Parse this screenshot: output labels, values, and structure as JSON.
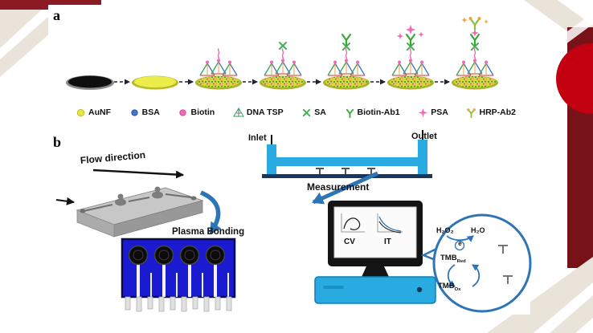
{
  "figure": {
    "panel_a_label": "a",
    "panel_b_label": "b"
  },
  "panel_a": {
    "legend": [
      {
        "label": "AuNF",
        "icon": "aunf-disc-icon"
      },
      {
        "label": "BSA",
        "icon": "bsa-sphere-icon"
      },
      {
        "label": "Biotin",
        "icon": "biotin-dot-icon"
      },
      {
        "label": "DNA TSP",
        "icon": "dna-tetrahedron-icon"
      },
      {
        "label": "SA",
        "icon": "streptavidin-cross-icon"
      },
      {
        "label": "Biotin-Ab1",
        "icon": "antibody1-y-icon"
      },
      {
        "label": "PSA",
        "icon": "psa-star-icon"
      },
      {
        "label": "HRP-Ab2",
        "icon": "antibody2-hrp-icon"
      }
    ]
  },
  "panel_b": {
    "flow_direction": "Flow direction",
    "plasma_bonding": "Plasma Bonding",
    "inlet": "Inlet",
    "outlet": "Outlet",
    "measurement": "Measurement",
    "monitor": {
      "cv_label": "CV",
      "it_label": "IT"
    },
    "bubble": {
      "h2o2": "H₂O₂",
      "h2o": "H₂O",
      "electron": "e",
      "tmb": "TMB",
      "red_subscript": "Red",
      "ox_subscript": "Ox"
    }
  },
  "colors": {
    "accent_blue": "#2E75B6",
    "device_blue": "#29ABE2",
    "chip_blue": "#1A1AD0",
    "base_navy": "#17375E",
    "gold_electrode": "#E8E83C",
    "decor_dark_red": "#8C1A22",
    "decor_bright_red": "#C3000F",
    "decor_beige": "#EAE3DA"
  }
}
